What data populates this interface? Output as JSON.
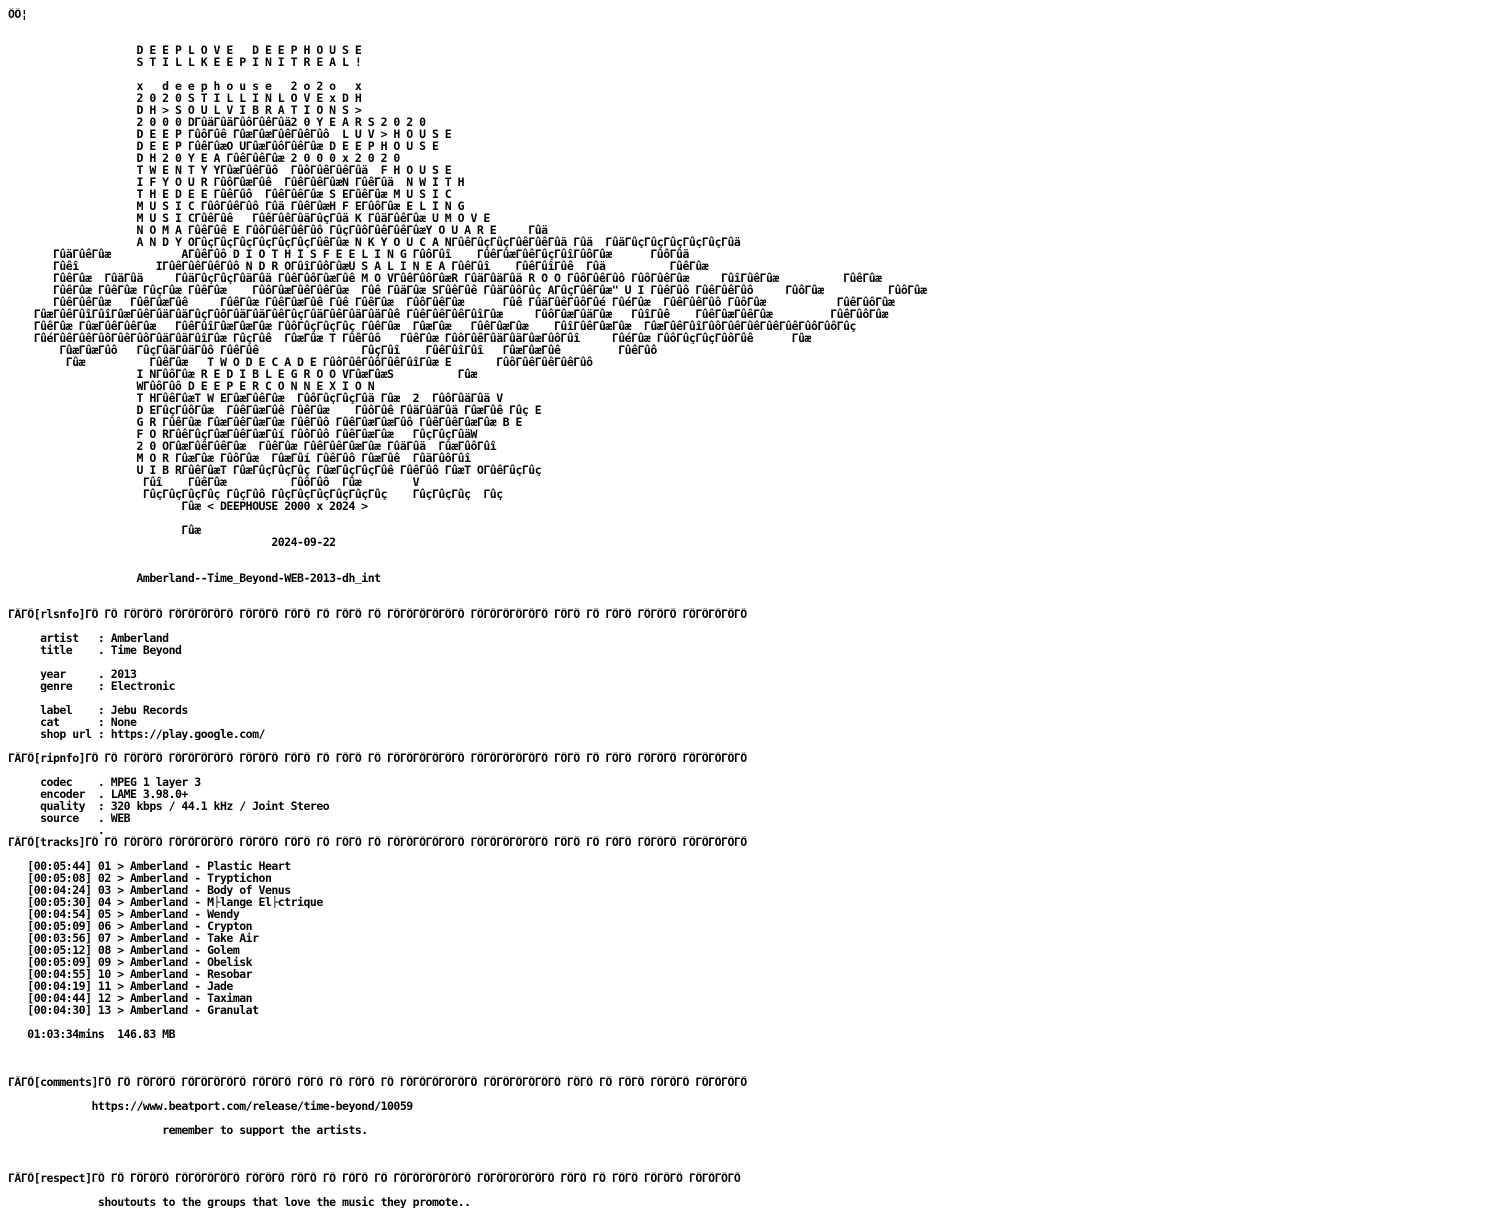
{
  "nfo": {
    "lines": [
      "ÔÕ¦",
      "",
      "",
      "                    D E E P L O V E   D E E P H O U S E",
      "                    S T I L L K E E P I N I T R E A L !",
      "",
      "                    x   d e e p h o u s e   2 o 2 o   x",
      "                    2 0 2 0 S T I L L I N L O V E x D H",
      "                    D H > S O U L V I B R A T I O N S >",
      "                    2 0 0 0 DΓûäΓûäΓûôΓûêΓûä2 0 Y E A R S 2 0 2 0",
      "                    D E E P ΓûôΓûê ΓûæΓûæΓûêΓûêΓûô  L U V > H O U S E",
      "                    D E E P ΓûêΓûæO UΓûæΓûôΓûêΓûæ D E E P H O U S E",
      "                    D H 2 0 Y E A ΓûêΓûêΓûæ 2 0 0 0 x 2 0 2 0",
      "                    T W E N T Y YΓûæΓûêΓûô  ΓûôΓûêΓûêΓûä  F H O U S E",
      "                    I F Y O U R ΓûôΓûæΓûê  ΓûêΓûêΓûæN ΓûêΓûä  N W I T H",
      "                    T H E D E E ΓûêΓûô  ΓûêΓûêΓûæ S EΓûêΓûæ M U S I C",
      "                    M U S I C ΓûôΓûêΓûô Γûä ΓûêΓûæH F EΓûôΓûæ E L I N G",
      "                    M U S I CΓûêΓûê   ΓûêΓûêΓûäΓûçΓûä K ΓûäΓûêΓûæ U M O V E",
      "                    N O M A ΓûêΓûê E ΓûôΓûêΓûêΓûô ΓûçΓûôΓûêΓûêΓûæY O U A R E     Γûä",
      "                    A N D Y OΓûçΓûçΓûçΓûçΓûçΓûçΓûêΓûæ N K Y O U C A NΓûêΓûçΓûçΓûêΓûêΓûä Γûä  ΓûäΓûçΓûçΓûçΓûçΓûçΓûä",
      "       ΓûäΓûêΓûæ           AΓûêΓûô D I O T H I S F E E L I N G ΓûôΓûî    ΓûêΓûæΓûêΓûçΓûîΓûôΓûæ      ΓûôΓûä",
      "       Γûêî            IΓûêΓûêΓûêΓûô N D R OΓûîΓûôΓûæU S A L I N E A ΓûêΓûî    ΓûêΓûîΓûê  Γûä          ΓûêΓûæ",
      "       ΓûêΓûæ  ΓûäΓûä     ΓûäΓûçΓûçΓûäΓûä ΓûêΓûôΓûæΓûê M O VΓûêΓûôΓûæR ΓûäΓûäΓûä R O O ΓûôΓûêΓûô ΓûôΓûêΓûæ     ΓûîΓûêΓûæ          ΓûêΓûæ",
      "       ΓûêΓûæ ΓûêΓûæ ΓûçΓûæ ΓûêΓûæ    ΓûôΓûæΓûêΓûêΓûæ  Γûê ΓûäΓûæ SΓûêΓûê ΓûäΓûôΓûç AΓûçΓûêΓûæ\" U I ΓûêΓûô ΓûêΓûêΓûô     ΓûôΓûæ          ΓûôΓûæ",
      "       ΓûêΓûêΓûæ   ΓûêΓûæΓûê     ΓûêΓûæ ΓûêΓûæΓûê Γûê ΓûêΓûæ  ΓûôΓûêΓûæ      Γûê ΓûäΓûêΓûôΓûé ΓûéΓûæ  ΓûêΓûêΓûô ΓûôΓûæ           ΓûêΓûôΓûæ",
      "    ΓûæΓûêΓûîΓûîΓûæΓûêΓûäΓûäΓûçΓûôΓûäΓûäΓûêΓûçΓûäΓûêΓûäΓûäΓûê ΓûêΓûêΓûêΓûîΓûæ     ΓûôΓûæΓûäΓûæ   ΓûîΓûê    ΓûêΓûæΓûêΓûæ         ΓûêΓûôΓûæ",
      "    ΓûêΓûæ ΓûæΓûêΓûêΓûæ   ΓûêΓûîΓûæΓûæΓûæ ΓûôΓûçΓûçΓûç ΓûêΓûæ  ΓûæΓûæ   ΓûêΓûæΓûæ    ΓûîΓûêΓûæΓûæ  ΓûæΓûêΓûîΓûôΓûêΓûêΓûêΓûêΓûôΓûôΓûç",
      "    ΓûéΓûêΓûêΓûôΓûêΓûôΓûäΓûäΓûîΓûæ ΓûçΓûê  ΓûæΓûæ T ΓûêΓûô   ΓûêΓûæ ΓûôΓûêΓûäΓûäΓûæΓûôΓûî     ΓûéΓûæ ΓûôΓûçΓûçΓûôΓûê      Γûæ",
      "        ΓûæΓûæΓûô   ΓûçΓûäΓûäΓûô ΓûêΓûê                ΓûçΓûî    ΓûêΓûîΓûî   ΓûæΓûæΓûê         ΓûêΓûô",
      "         Γûæ          ΓûêΓûæ   T W O D E C A D E ΓûôΓûêΓûôΓûêΓûîΓûæ E       ΓûôΓûêΓûêΓûêΓûô",
      "                    I NΓûôΓûæ R E D I B L E G R O O VΓûæΓûæS          Γûæ",
      "                    WΓûôΓûô D E E P E R C O N N E X I O N",
      "                    T HΓûêΓûæT W EΓûæΓûêΓûæ  ΓûôΓûçΓûçΓûä Γûæ  2  ΓûôΓûäΓûä V",
      "                    D EΓûçΓûôΓûæ  ΓûêΓûæΓûê ΓûêΓûæ    ΓûôΓûê ΓûäΓûäΓûä ΓûæΓûê Γûç E",
      "                    G R ΓûêΓûæ ΓûæΓûêΓûæΓûæ ΓûêΓûô ΓûêΓûæΓûæΓûô ΓûêΓûêΓûæΓûæ B E",
      "                    F O RΓûêΓûçΓûæΓûêΓûæΓûí ΓûôΓûô ΓûêΓûæΓûæ   ΓûçΓûçΓûäW",
      "                    2 0 OΓûæΓûêΓûêΓûæ  ΓûêΓûæ ΓûêΓûêΓûæΓûæ ΓûäΓûä  ΓûæΓûôΓûî",
      "                    M O R ΓûæΓûæ ΓûôΓûæ  ΓûæΓûí ΓûêΓûô ΓûæΓûê  ΓûäΓûôΓûî",
      "                    U I B RΓûêΓûæT ΓûæΓûçΓûçΓûç ΓûæΓûçΓûçΓûê ΓûêΓûô ΓûæT OΓûêΓûçΓûç",
      "                     Γûî    ΓûêΓûæ          ΓûôΓûô  Γûæ        V",
      "                     ΓûçΓûçΓûçΓûç ΓûçΓûô ΓûçΓûçΓûçΓûçΓûçΓûç    ΓûçΓûçΓûç  Γûç",
      "                           Γûæ < DEEPHOUSE 2000 x 2024 >",
      "",
      "                           Γûæ",
      "                                         2024-09-22",
      "",
      "",
      "                    Amberland--Time_Beyond-WEB-2013-dh_int",
      "",
      "",
      "ΓÄΓÖ[rlsnfo]ΓÖ ΓÖ ΓÖΓÖΓÖ ΓÖΓÖΓÖΓÖΓÖ ΓÖΓÖΓÖ ΓÖΓÖ ΓÖ ΓÖΓÖ ΓÖ ΓÖΓÖΓÖΓÖΓÖΓÖ ΓÖΓÖΓÖΓÖΓÖΓÖ ΓÖΓÖ ΓÖ ΓÖΓÖ ΓÖΓÖΓÖ ΓÖΓÖΓÖΓÖΓÖ",
      "",
      "     artist   : Amberland",
      "     title    . Time Beyond",
      "",
      "     year     . 2013",
      "     genre    : Electronic",
      "",
      "     label    : Jebu Records",
      "     cat      : None",
      "     shop url : https://play.google.com/",
      "",
      "ΓÄΓÖ[ripnfo]ΓÖ ΓÖ ΓÖΓÖΓÖ ΓÖΓÖΓÖΓÖΓÖ ΓÖΓÖΓÖ ΓÖΓÖ ΓÖ ΓÖΓÖ ΓÖ ΓÖΓÖΓÖΓÖΓÖΓÖ ΓÖΓÖΓÖΓÖΓÖΓÖ ΓÖΓÖ ΓÖ ΓÖΓÖ ΓÖΓÖΓÖ ΓÖΓÖΓÖΓÖΓÖ",
      "",
      "     codec    . MPEG 1 layer 3",
      "     encoder  . LAME 3.98.0+",
      "     quality  : 320 kbps / 44.1 kHz / Joint Stereo",
      "     source   . WEB",
      "              .",
      "ΓÄΓÖ[tracks]ΓÖ ΓÖ ΓÖΓÖΓÖ ΓÖΓÖΓÖΓÖΓÖ ΓÖΓÖΓÖ ΓÖΓÖ ΓÖ ΓÖΓÖ ΓÖ ΓÖΓÖΓÖΓÖΓÖΓÖ ΓÖΓÖΓÖΓÖΓÖΓÖ ΓÖΓÖ ΓÖ ΓÖΓÖ ΓÖΓÖΓÖ ΓÖΓÖΓÖΓÖΓÖ",
      "",
      "   [00:05:44] 01 > Amberland - Plastic Heart",
      "   [00:05:08] 02 > Amberland - Tryptichon",
      "   [00:04:24] 03 > Amberland - Body of Venus",
      "   [00:05:30] 04 > Amberland - M├lange El├ctrique",
      "   [00:04:54] 05 > Amberland - Wendy",
      "   [00:05:09] 06 > Amberland - Crypton",
      "   [00:03:56] 07 > Amberland - Take Air",
      "   [00:05:12] 08 > Amberland - Golem",
      "   [00:05:09] 09 > Amberland - Obelisk",
      "   [00:04:55] 10 > Amberland - Resobar",
      "   [00:04:19] 11 > Amberland - Jade",
      "   [00:04:44] 12 > Amberland - Taximan",
      "   [00:04:30] 13 > Amberland - Granulat",
      "",
      "   01:03:34mins  146.83 MB",
      "",
      "",
      "",
      "ΓÄΓÖ[comments]ΓÖ ΓÖ ΓÖΓÖΓÖ ΓÖΓÖΓÖΓÖΓÖ ΓÖΓÖΓÖ ΓÖΓÖ ΓÖ ΓÖΓÖ ΓÖ ΓÖΓÖΓÖΓÖΓÖΓÖ ΓÖΓÖΓÖΓÖΓÖΓÖ ΓÖΓÖ ΓÖ ΓÖΓÖ ΓÖΓÖΓÖ ΓÖΓÖΓÖΓÖ",
      "",
      "             https://www.beatport.com/release/time-beyond/10059",
      "",
      "                        remember to support the artists.",
      "",
      "",
      "",
      "ΓÄΓÖ[respect]ΓÖ ΓÖ ΓÖΓÖΓÖ ΓÖΓÖΓÖΓÖΓÖ ΓÖΓÖΓÖ ΓÖΓÖ ΓÖ ΓÖΓÖ ΓÖ ΓÖΓÖΓÖΓÖΓÖΓÖ ΓÖΓÖΓÖΓÖΓÖΓÖ ΓÖΓÖ ΓÖ ΓÖΓÖ ΓÖΓÖΓÖ ΓÖΓÖΓÖΓÖ",
      "",
      "              shoutouts to the groups that love the music they promote.."
    ]
  }
}
